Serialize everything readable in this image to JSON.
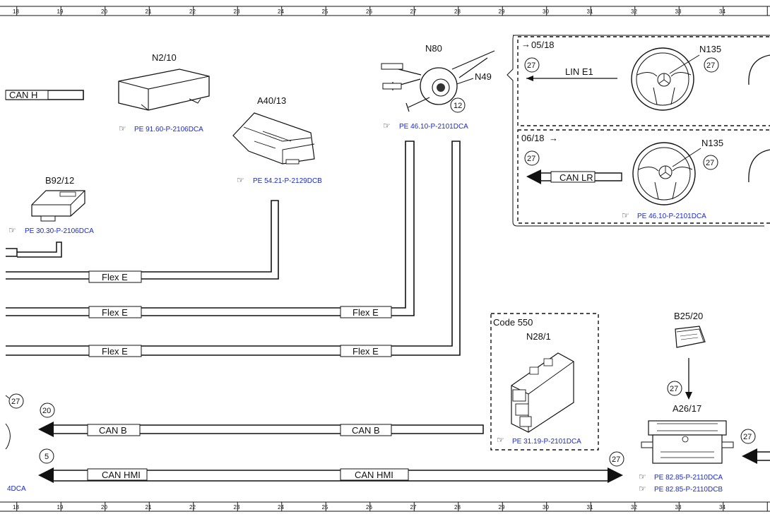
{
  "ruler": {
    "numbers": [
      "18",
      "19",
      "20",
      "21",
      "22",
      "23",
      "24",
      "25",
      "26",
      "27",
      "28",
      "29",
      "30",
      "31",
      "32",
      "33",
      "34"
    ]
  },
  "components": {
    "n2_10": "N2/10",
    "a40_13": "A40/13",
    "b92_12": "B92/12",
    "n80": "N80",
    "n49": "N49",
    "n135_top": "N135",
    "n135_bottom": "N135",
    "n28_1": "N28/1",
    "b25_20": "B25/20",
    "a26_17": "A26/17"
  },
  "refs": {
    "n2_10": "PE 91.60-P-2106DCA",
    "a40_13": "PE 54.21-P-2129DCB",
    "b92_12": "PE 30.30-P-2106DCA",
    "n80": "PE 46.10-P-2101DCA",
    "n135": "PE 46.10-P-2101DCA",
    "n28_1": "PE 31.19-P-2101DCA",
    "a26_17_a": "PE 82.85-P-2110DCA",
    "a26_17_b": "PE 82.85-P-2110DCB",
    "left_cut": "4DCA"
  },
  "bus_labels": {
    "can_h": "CAN H",
    "flex_e_1": "Flex E",
    "flex_e_2a": "Flex E",
    "flex_e_2b": "Flex E",
    "flex_e_3a": "Flex E",
    "flex_e_3b": "Flex E",
    "can_b_a": "CAN B",
    "can_b_b": "CAN B",
    "can_hmi_a": "CAN HMI",
    "can_hmi_b": "CAN HMI",
    "lin_e1": "LIN E1",
    "can_lr": "CAN LR"
  },
  "variants": {
    "top_date": "05/18",
    "bottom_date": "06/18",
    "code": "Code 550"
  },
  "circles": {
    "c27": "27",
    "c20": "20",
    "c5": "5",
    "c12": "12"
  }
}
